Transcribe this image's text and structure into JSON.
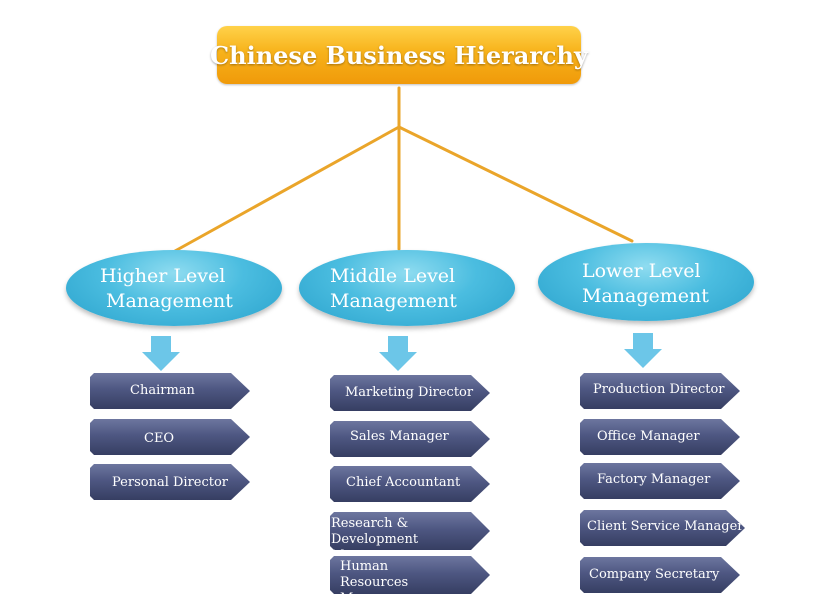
{
  "title": "Chinese Business Hierarchy",
  "colors": {
    "title_fill": "#f5a914",
    "connector": "#eaa52a",
    "level_fill": "#4bbde0",
    "arrow_fill": "#6cc6e8",
    "item_fill": "#4e5782",
    "text": "#ffffff"
  },
  "levels": [
    {
      "label_line1": "Higher Level",
      "label_line2": "Management",
      "items": [
        "Chairman",
        "CEO",
        "Personal Director"
      ]
    },
    {
      "label_line1": "Middle Level",
      "label_line2": "Management",
      "items": [
        "Marketing Director",
        "Sales Manager",
        "Chief Accountant",
        "Research & Development Manager",
        "Human Resources Manager"
      ]
    },
    {
      "label_line1": "Lower Level",
      "label_line2": "Management",
      "items": [
        "Production Director",
        "Office Manager",
        "Factory Manager",
        "Client Service Manager",
        "Company Secretary"
      ]
    }
  ]
}
